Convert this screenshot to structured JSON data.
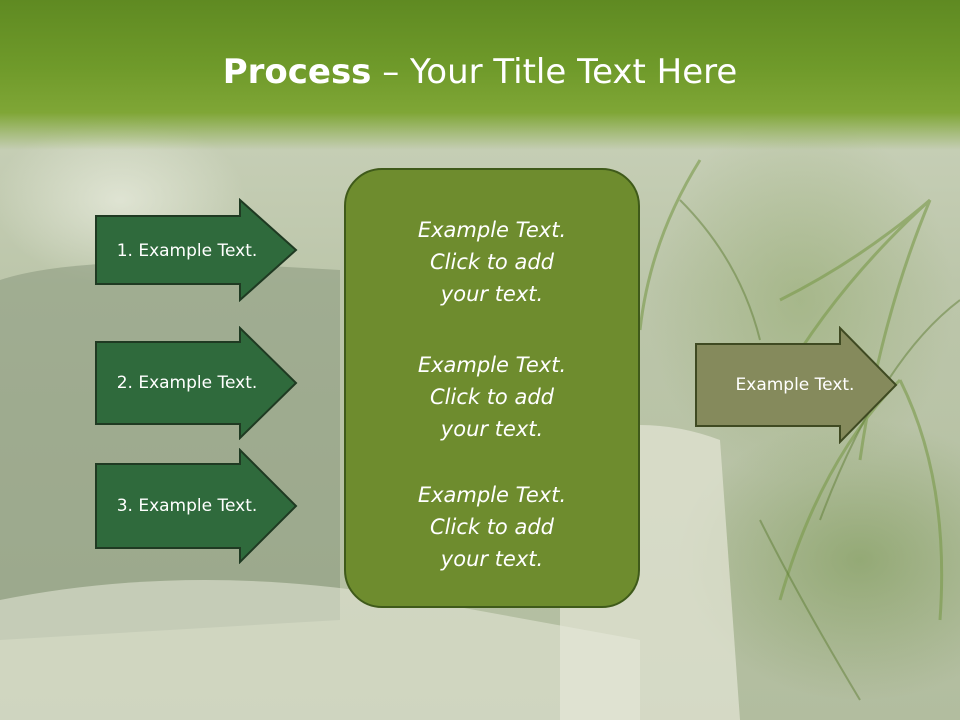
{
  "slide": {
    "title_bold": "Process",
    "title_rest": " – Your Title Text Here"
  },
  "left_arrows": [
    {
      "label": "1. Example Text."
    },
    {
      "label": "2. Example Text."
    },
    {
      "label": "3. Example Text."
    }
  ],
  "center_box": {
    "items": [
      {
        "lines": [
          "Example Text.",
          "Click  to add",
          "your text."
        ]
      },
      {
        "lines": [
          "Example Text.",
          "Click  to add",
          "your text."
        ]
      },
      {
        "lines": [
          "Example Text.",
          "Click  to add",
          "your text."
        ]
      }
    ]
  },
  "right_arrow": {
    "label": "Example Text."
  },
  "colors": {
    "header_green": "#6f9a2a",
    "arrow_dark_green": "#2f6a3c",
    "center_box_green": "#6e8c2e",
    "right_arrow_olive": "#858a5c"
  }
}
